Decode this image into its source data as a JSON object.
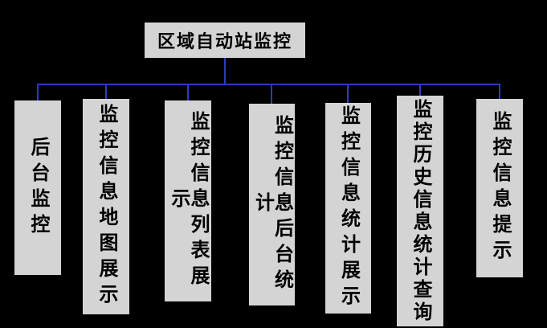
{
  "diagram": {
    "type": "hierarchy-tree",
    "root": {
      "label": "区域自动站监控"
    },
    "children": [
      {
        "label": "后台监控"
      },
      {
        "label": "监控信息地图展示"
      },
      {
        "label": "监控信息列表展示"
      },
      {
        "label": "监控信息后台统计"
      },
      {
        "label": "监控信息统计展示"
      },
      {
        "label": "监控历史信息统计查询"
      },
      {
        "label": "监控信息提示"
      }
    ]
  },
  "colors": {
    "background": "#000000",
    "box_fill": "#d4d4d4",
    "line": "#2d3bbd",
    "text": "#000000"
  }
}
